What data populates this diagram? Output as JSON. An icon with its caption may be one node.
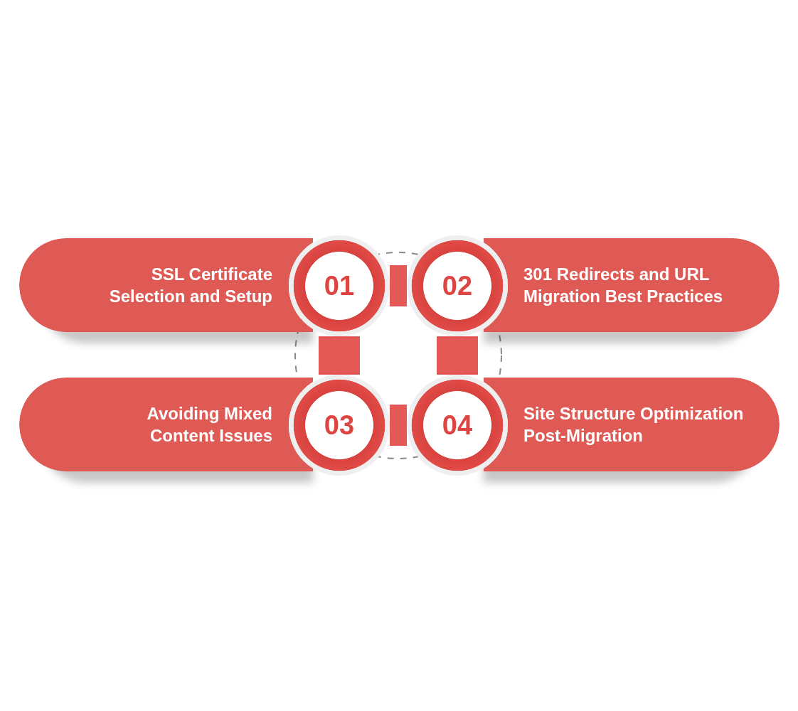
{
  "diagram": {
    "nodes": [
      {
        "text": [
          "SSL Certificate Selection and Setup"
        ]
      },
      {
        "text": [
          "01"
        ]
      },
      {
        "text": [
          "02"
        ]
      },
      {
        "text": [
          "301 Redirects and URL Migration Best Practices"
        ]
      },
      {
        "text": [
          "Avoiding Mixed Content Issues"
        ]
      },
      {
        "text": [
          "03"
        ]
      },
      {
        "text": [
          "04"
        ]
      },
      {
        "text": [
          "Site Structure Optimization Post-Migration"
        ]
      }
    ],
    "edges": [
      {
        "from": 1,
        "to": 2,
        "arrow": "none"
      },
      {
        "from": 1,
        "to": 5,
        "arrow": "none"
      },
      {
        "from": 2,
        "to": 6,
        "arrow": "none"
      },
      {
        "from": 5,
        "to": 6,
        "arrow": "none"
      }
    ]
  }
}
